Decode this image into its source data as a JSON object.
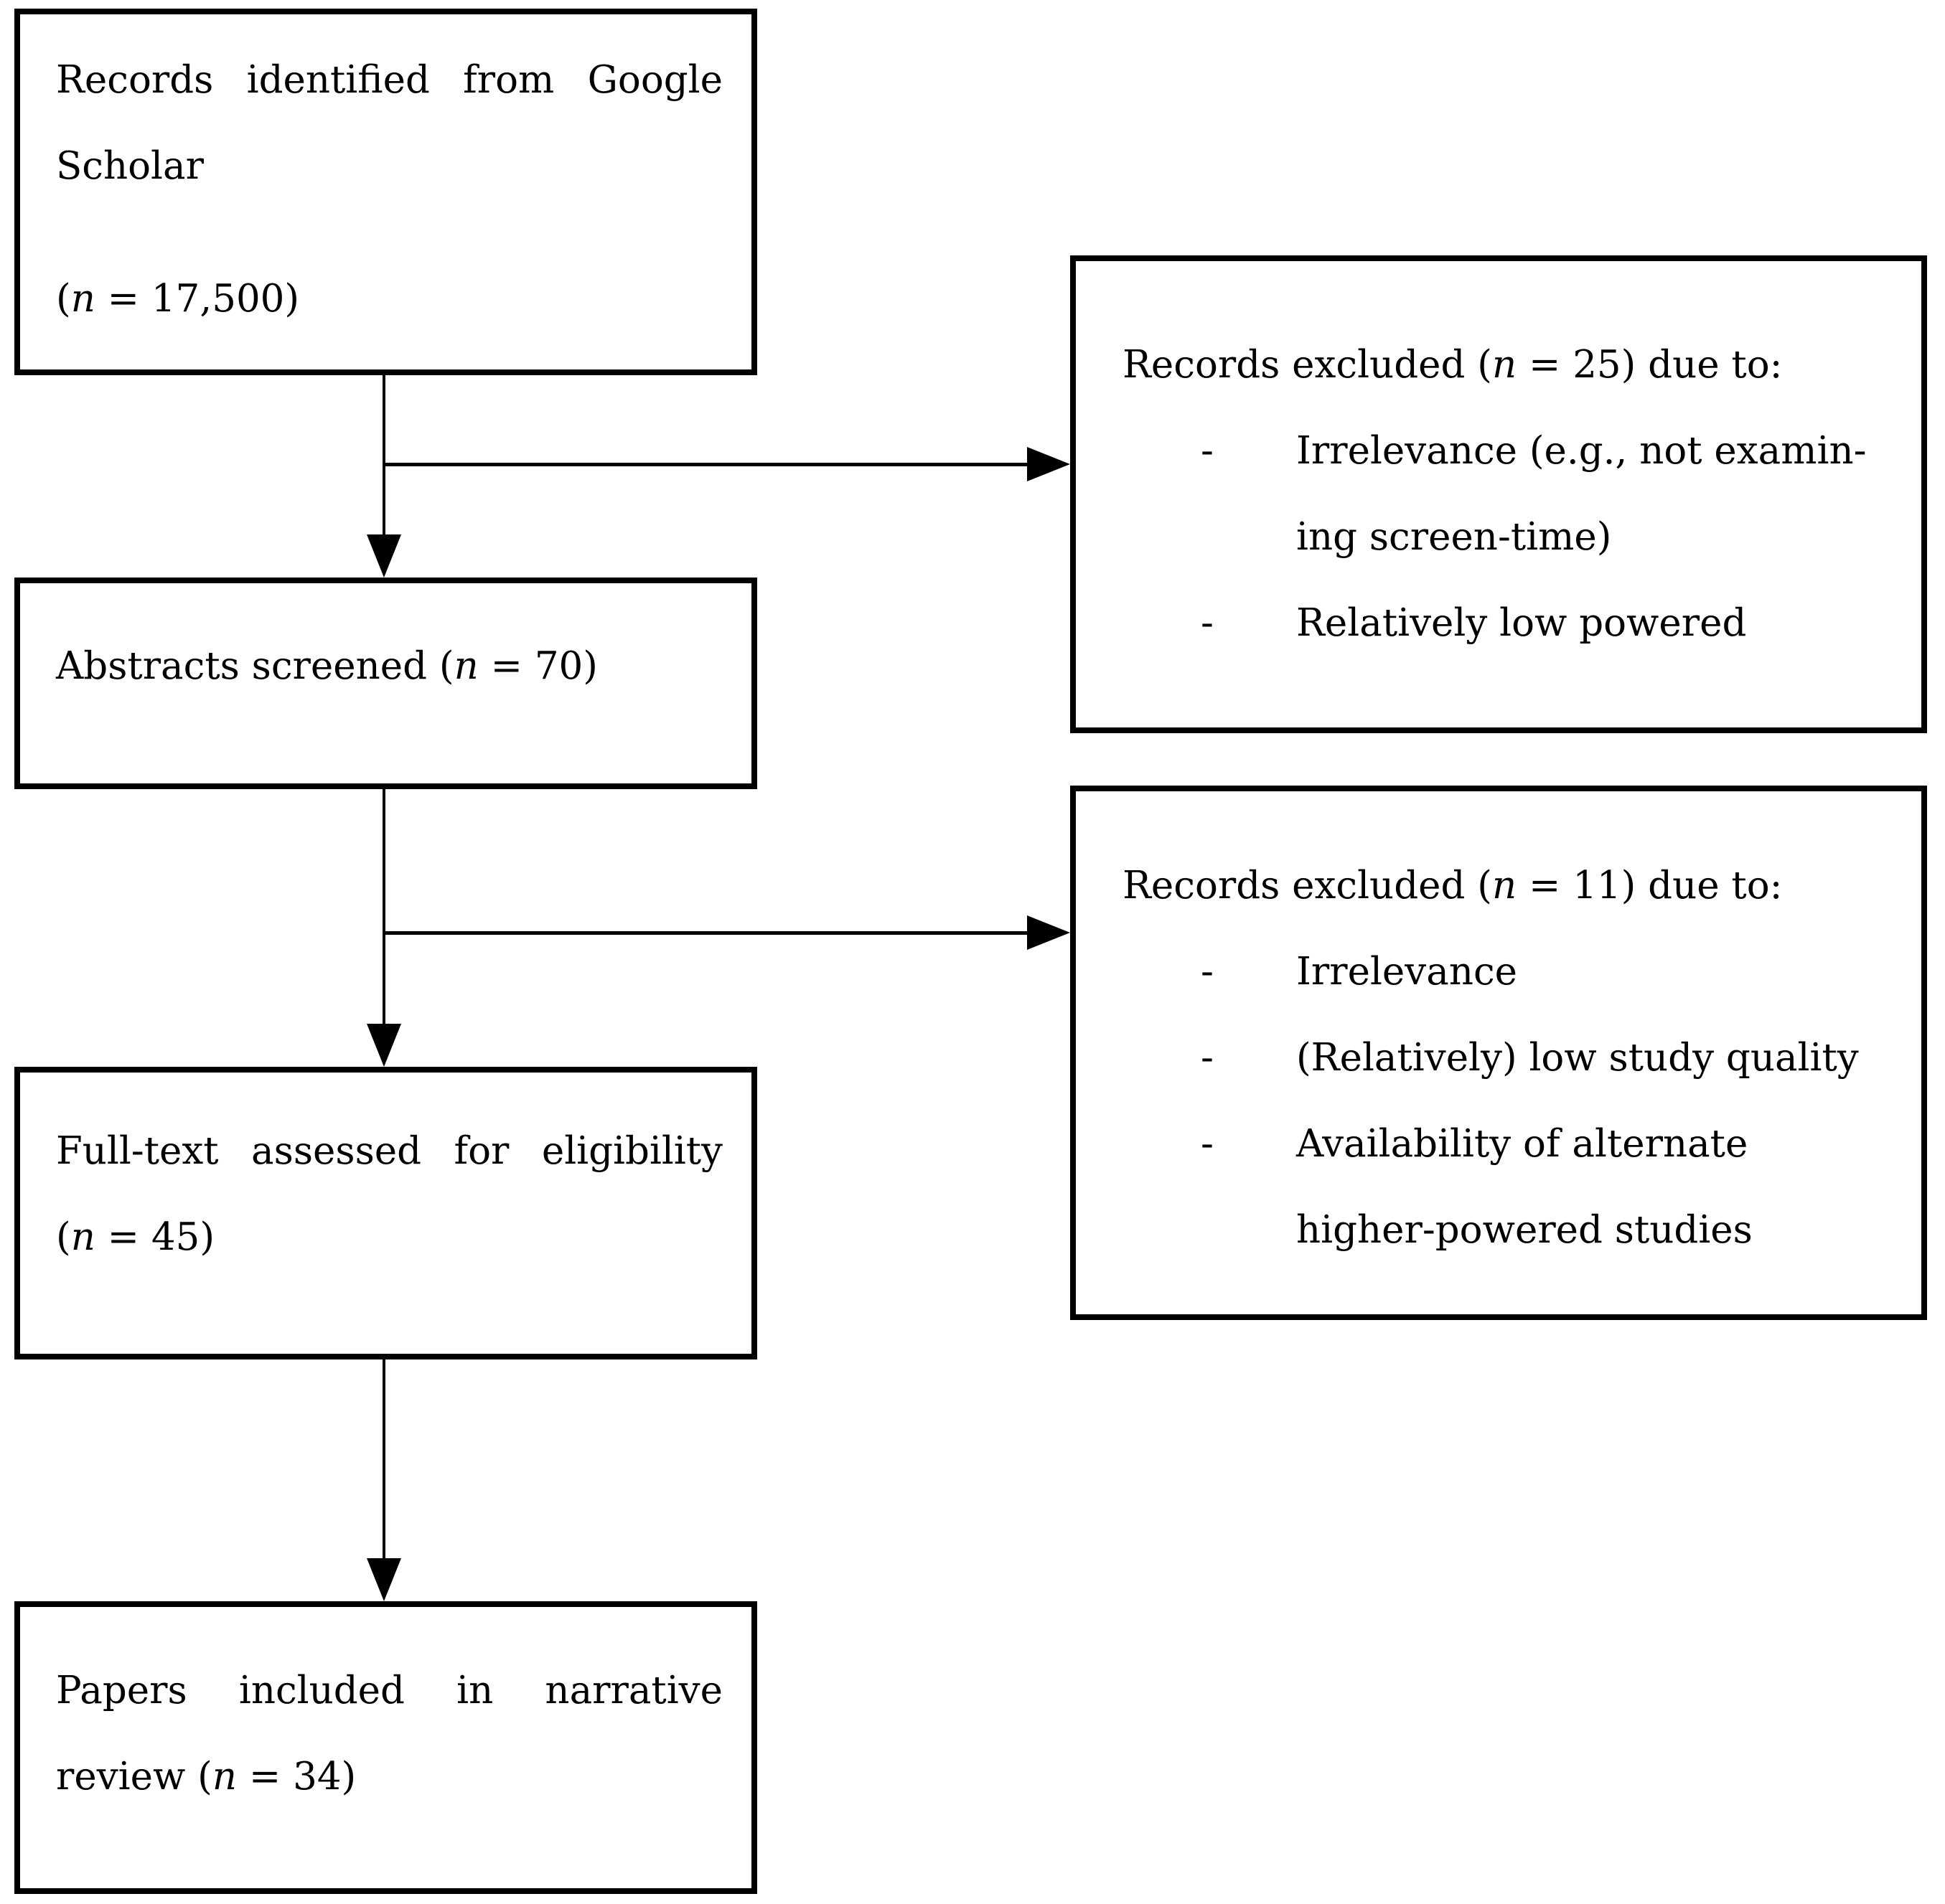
{
  "colors": {
    "background": "#ffffff",
    "box_border": "#000000",
    "text": "#000000",
    "arrow": "#000000"
  },
  "boxes": {
    "identification": {
      "line1": "Records identified from Google",
      "line2": "Scholar",
      "count_pre": "(",
      "count_var": "n",
      "count_post": " = 17,500)"
    },
    "screening": {
      "label": "Abstracts screened ",
      "count_pre": "(",
      "count_var": "n",
      "count_post": " = 70)"
    },
    "eligibility": {
      "line1": "Full-text assessed for eligibility",
      "count_pre": "(",
      "count_var": "n",
      "count_post": " = 45)"
    },
    "included": {
      "line1": "Papers included in narrative",
      "line2_pre": "review (",
      "line2_var": "n",
      "line2_post": " = 34)"
    },
    "excluded1": {
      "header_pre": "Records excluded (",
      "header_var": "n",
      "header_post": " = 25) due to:",
      "marker": "-",
      "bullet1_line1": "Irrelevance (e.g., not examin-",
      "bullet1_line2": "ing screen-time)",
      "bullet2": "Relatively low powered"
    },
    "excluded2": {
      "header_pre": "Records excluded (",
      "header_var": "n",
      "header_post": " = 11) due to:",
      "marker": "-",
      "bullet1": "Irrelevance",
      "bullet2": "(Relatively) low study quality",
      "bullet3_line1": "Availability of alternate",
      "bullet3_line2": "higher-powered studies"
    }
  }
}
